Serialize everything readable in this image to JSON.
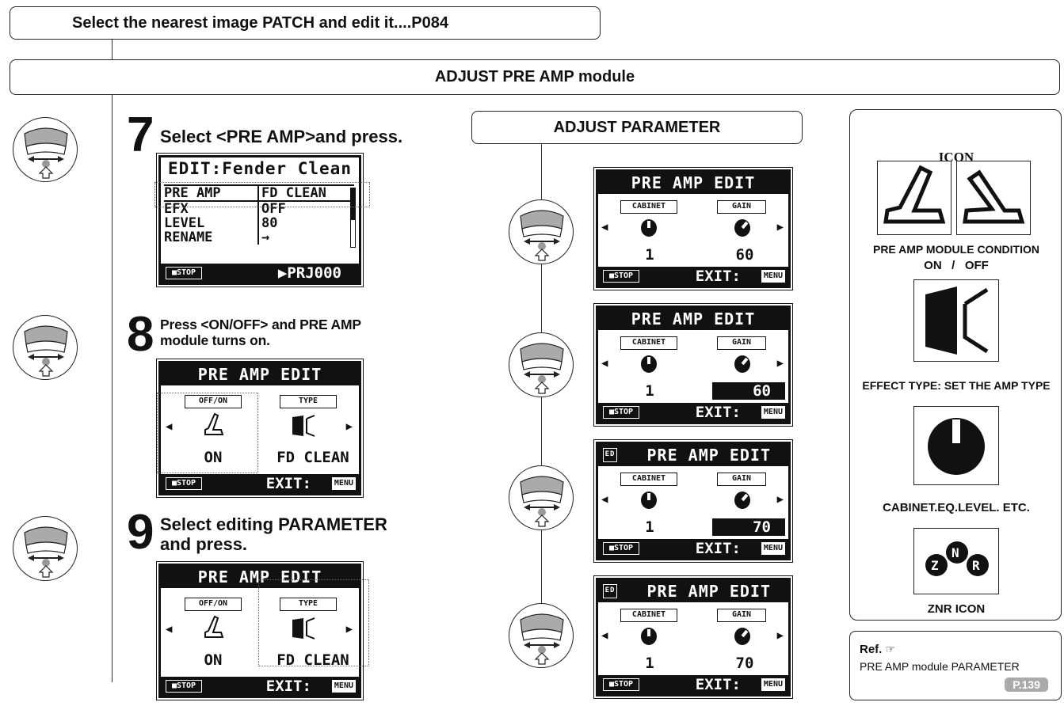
{
  "header": {
    "top_title": "Select the nearest image PATCH and edit it....P084",
    "section_title": "ADJUST PRE AMP module"
  },
  "steps": [
    {
      "number": "7",
      "text": "Select <PRE AMP>and press."
    },
    {
      "number": "8",
      "text_line1": "Press <ON/OFF> and PRE AMP",
      "text_line2": "module turns on."
    },
    {
      "number": "9",
      "text_line1": "Select editing PARAMETER",
      "text_line2": "and press."
    }
  ],
  "lcd_edit": {
    "title": "EDIT:Fender Clean",
    "rows": [
      {
        "name": "PRE AMP",
        "value": "FD CLEAN"
      },
      {
        "name": "EFX",
        "value": "OFF"
      },
      {
        "name": "LEVEL",
        "value": "80"
      },
      {
        "name": "RENAME",
        "value": "→"
      }
    ],
    "stop": "■STOP",
    "project": "▶PRJ000"
  },
  "lcd_preamp": {
    "title": "PRE AMP EDIT",
    "label_left": "OFF/ON",
    "label_right": "TYPE",
    "value_left": "ON",
    "value_right": "FD CLEAN",
    "stop": "■STOP",
    "exit": "EXIT:",
    "menu": "MENU"
  },
  "adjust": {
    "title": "ADJUST PARAMETER",
    "screens": [
      {
        "title": "PRE AMP EDIT",
        "left_label": "CABINET",
        "right_label": "GAIN",
        "left_value": "1",
        "right_value": "60",
        "highlight": false,
        "ed_icon": ""
      },
      {
        "title": "PRE AMP EDIT",
        "left_label": "CABINET",
        "right_label": "GAIN",
        "left_value": "1",
        "right_value": "60",
        "highlight": true,
        "ed_icon": ""
      },
      {
        "title": "PRE AMP EDIT",
        "left_label": "CABINET",
        "right_label": "GAIN",
        "left_value": "1",
        "right_value": "70",
        "highlight": true,
        "ed_icon": "ED"
      },
      {
        "title": "PRE AMP EDIT",
        "left_label": "CABINET",
        "right_label": "GAIN",
        "left_value": "1",
        "right_value": "70",
        "highlight": false,
        "ed_icon": "ED"
      }
    ],
    "stop": "■STOP",
    "exit": "EXIT:",
    "menu": "MENU"
  },
  "icon_panel": {
    "title": "ICON",
    "cond_label": "PRE AMP MODULE CONDITION",
    "cond_states": "ON   /   OFF",
    "type_label": "EFFECT TYPE: SET THE AMP TYPE",
    "cabinet_label": "CABINET.EQ.LEVEL. ETC.",
    "znr_label": "ZNR ICON"
  },
  "ref": {
    "title": "Ref.",
    "text": "PRE AMP module PARAMETER",
    "page": "P.139"
  }
}
